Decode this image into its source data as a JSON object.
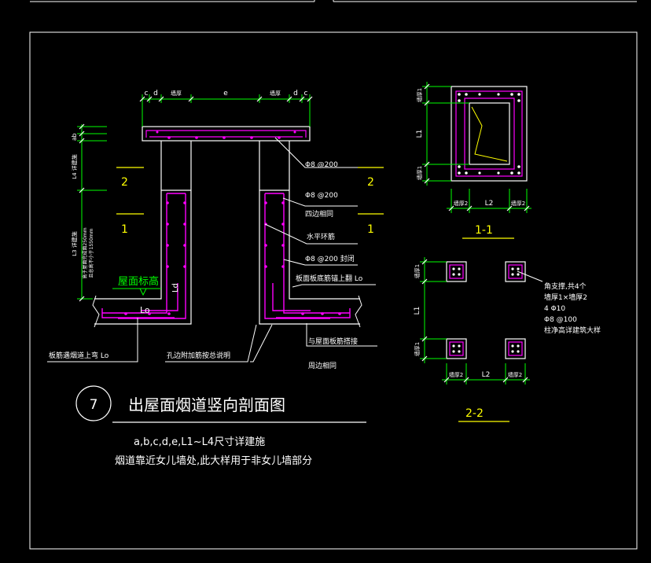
{
  "colors": {
    "background": "#000000",
    "frame": "#ffffff",
    "concrete": "#ffffff",
    "rebar": "#ff00ff",
    "dimension": "#00ff00",
    "leader": "#ffffff",
    "section_mark": "#ffff00",
    "elevation": "#00ff00"
  },
  "main": {
    "dims_top": [
      "c",
      "d",
      "墙厚",
      "e",
      "墙厚",
      "d",
      "c"
    ],
    "dims_left_top": [
      "a",
      "b"
    ],
    "dim_left_l4": "L4 详建施",
    "dim_left_l3": "L3 详建施",
    "dim_left_note1": "高于屋面完成面250mm",
    "dim_left_note2": "且总高不小于1550mm",
    "section_2_left": "2",
    "section_1_left": "1",
    "section_2_right": "2",
    "section_1_right": "1",
    "elevation_label": "屋面标高",
    "lo_left": "Lo",
    "ld_label": "Ld",
    "note_bar_top": "Φ8 @200",
    "note_bar_ring": "Φ8 @200",
    "note_ring_same": "四边相同",
    "note_horizontal": "水平环筋",
    "note_closed": "Φ8 @200 封闭",
    "note_slab_bottom": "板面板底筋锚上翻  Lo",
    "note_slab_anchor": "板筋遇烟道上弯 Lo",
    "note_hole": "孔边附加筋按总说明",
    "note_roof_anchor": "与屋面板筋搭接",
    "note_same_around": "周边相同"
  },
  "section11": {
    "dim_left_top": "墙厚1",
    "dim_left_mid": "L1",
    "dim_left_bot": "墙厚1",
    "dim_bottom": [
      "墙厚2",
      "L2",
      "墙厚2"
    ],
    "label": "1-1"
  },
  "section22": {
    "dim_left_top": "墙厚1",
    "dim_left_mid": "L1",
    "dim_left_bot": "墙厚1",
    "dim_bottom": [
      "墙厚2",
      "L2",
      "墙厚2"
    ],
    "label": "2-2",
    "notes": [
      "角支撑,共4个",
      "墙厚1×墙厚2",
      "4 Φ10",
      "Φ8 @100",
      "柱净高详建筑大样"
    ]
  },
  "title": {
    "number": "7",
    "main": "出屋面烟道竖向剖面图",
    "sub1": "a,b,c,d,e,L1~L4尺寸详建施",
    "sub2": "烟道靠近女儿墙处,此大样用于非女儿墙部分"
  }
}
